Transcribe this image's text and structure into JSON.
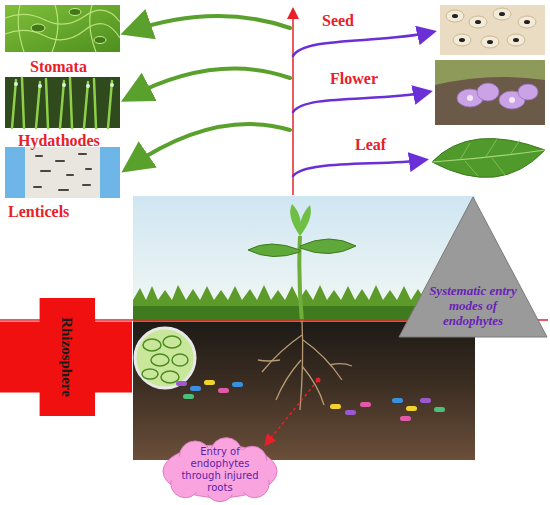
{
  "diagram": {
    "nodes": [
      {
        "text": [
          "Systematic entry modes of endophytes"
        ]
      },
      {
        "text": [
          "Rhizosphere"
        ]
      },
      {
        "text": [
          "Entry of endophytes through injured roots"
        ]
      }
    ],
    "labels": [
      "Seed",
      "Stomata",
      "Flower",
      "Hydathodes",
      "Leaf",
      "Lenticels"
    ]
  }
}
